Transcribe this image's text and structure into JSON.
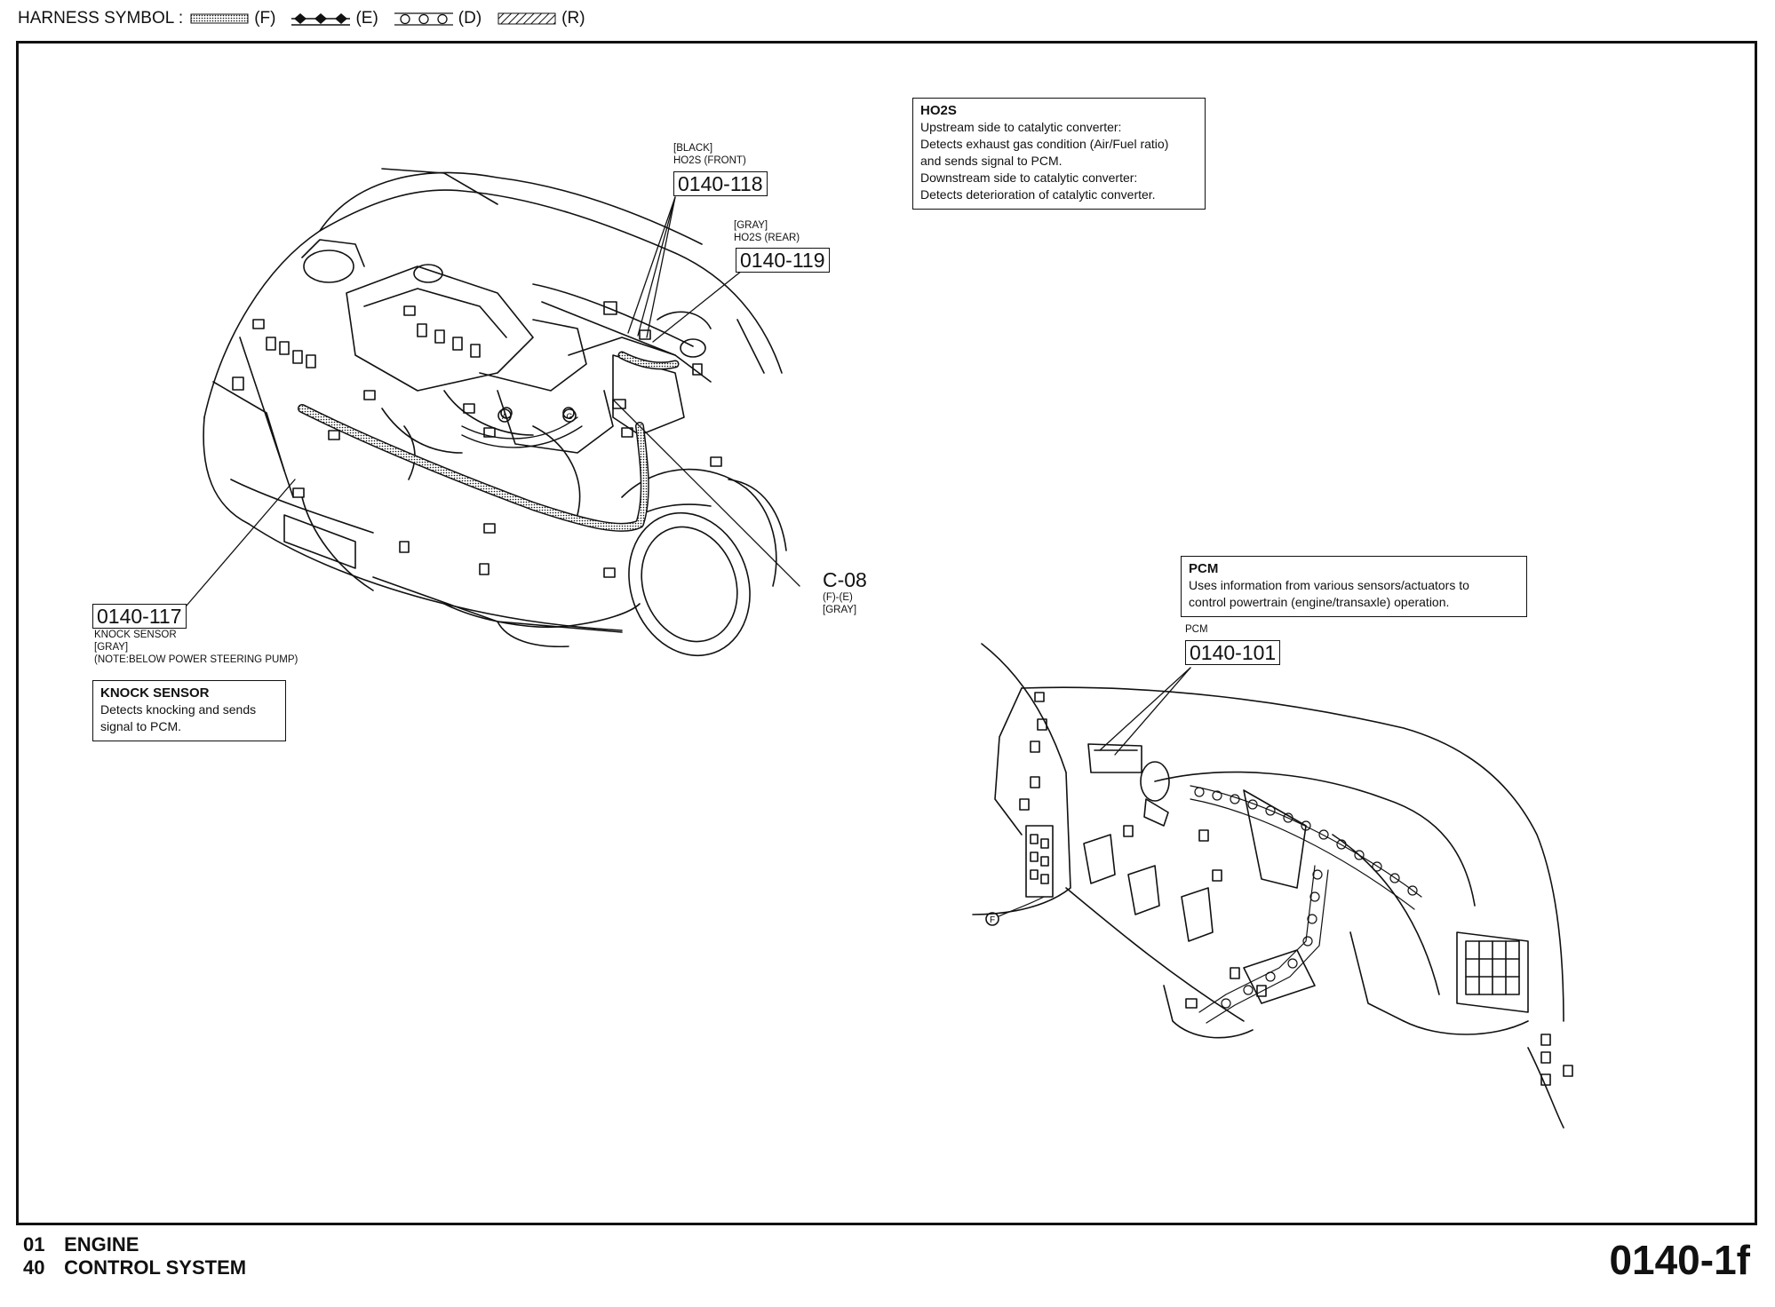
{
  "legend": {
    "title": "HARNESS SYMBOL :",
    "items": [
      {
        "label": "(F)",
        "pattern": "dotted-fill"
      },
      {
        "label": "(E)",
        "pattern": "diamonds"
      },
      {
        "label": "(D)",
        "pattern": "circles"
      },
      {
        "label": "(R)",
        "pattern": "hatched"
      }
    ]
  },
  "engine_bay": {
    "ho2s_front": {
      "color": "[BLACK]",
      "name": "HO2S (FRONT)",
      "code": "0140-118"
    },
    "ho2s_rear": {
      "color": "[GRAY]",
      "name": "HO2S (REAR)",
      "code": "0140-119"
    },
    "knock_sensor": {
      "code": "0140-117",
      "name": "KNOCK SENSOR",
      "color": "[GRAY]",
      "note": "(NOTE:BELOW POWER STEERING PUMP)"
    },
    "connector": {
      "code": "C-08",
      "type": "(F)-(E)",
      "color": "[GRAY]"
    }
  },
  "ho2s_box": {
    "heading": "HO2S",
    "lines": [
      "Upstream side to catalytic converter:",
      "Detects exhaust gas condition (Air/Fuel ratio)",
      "and sends signal to PCM.",
      "Downstream side to catalytic converter:",
      "Detects deterioration of catalytic converter."
    ]
  },
  "knock_box": {
    "heading": "KNOCK SENSOR",
    "lines": [
      "Detects knocking and sends",
      "signal to PCM."
    ]
  },
  "pcm_box": {
    "heading": "PCM",
    "lines": [
      "Uses information from various sensors/actuators to",
      "control powertrain (engine/transaxle) operation."
    ]
  },
  "pcm": {
    "label": "PCM",
    "code": "0140-101",
    "marker": "F"
  },
  "engine_markers": [
    "A",
    "G"
  ],
  "footer": {
    "line1_num": "01",
    "line1_text": "ENGINE",
    "line2_num": "40",
    "line2_text": "CONTROL SYSTEM",
    "page_code": "0140-1f"
  }
}
